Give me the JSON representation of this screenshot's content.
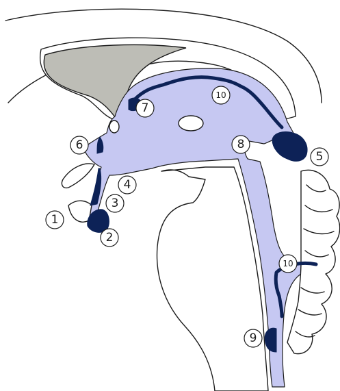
{
  "markers": [
    {
      "id": "m1",
      "label": "1"
    },
    {
      "id": "m2",
      "label": "2"
    },
    {
      "id": "m3",
      "label": "3"
    },
    {
      "id": "m4",
      "label": "4"
    },
    {
      "id": "m5",
      "label": "5"
    },
    {
      "id": "m6",
      "label": "6"
    },
    {
      "id": "m7",
      "label": "7"
    },
    {
      "id": "m8",
      "label": "8"
    },
    {
      "id": "m9",
      "label": "9"
    },
    {
      "id": "m10a",
      "label": "10"
    },
    {
      "id": "m10b",
      "label": "10"
    }
  ],
  "colors": {
    "ventricle": "#c6c8f2",
    "circumventricular_organ": "#0d2257",
    "corpus_callosum": "#bdbdb6",
    "outline": "#1c1c1c"
  }
}
